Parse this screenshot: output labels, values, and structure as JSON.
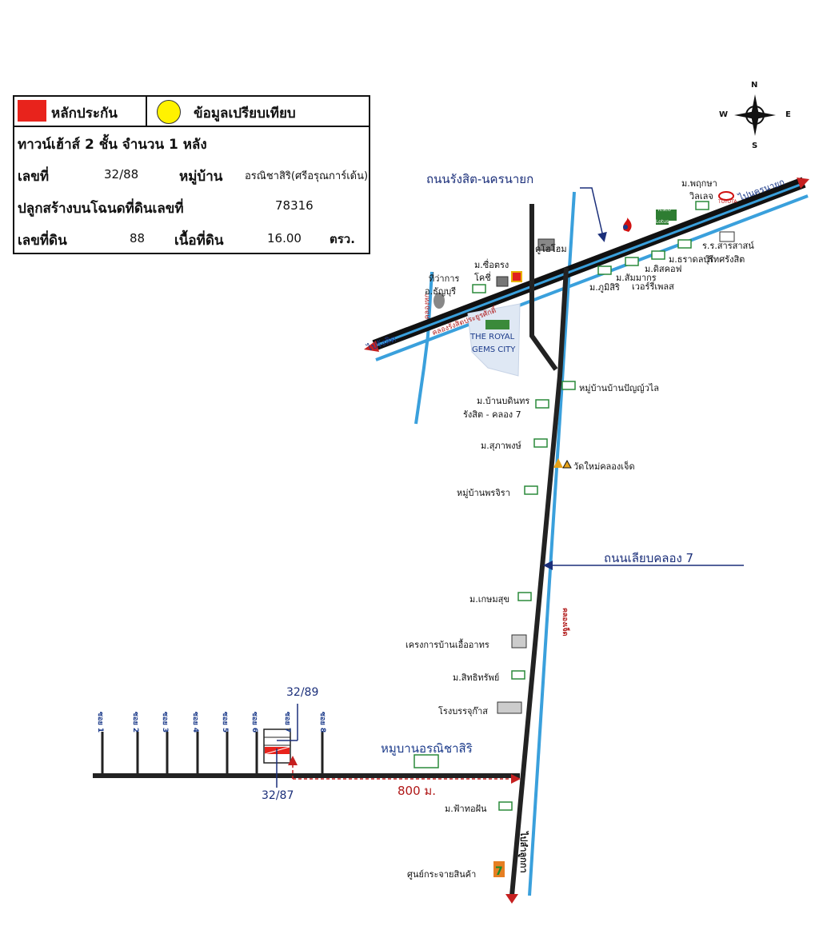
{
  "legend": {
    "collateral_label": "หลักประกัน",
    "comparison_label": "ข้อมูลเปรียบเทียบ",
    "collateral_color": "#e8231c",
    "comparison_color": "#fff200"
  },
  "property": {
    "type": "ทาวน์เฮ้าส์ 2 ชั้น จำนวน 1 หลัง",
    "house_no_label": "เลขที่",
    "house_no": "32/88",
    "village_label": "หมู่บ้าน",
    "village": "อรณิชาสิริ(ศรีอรุณการ์เด้น)",
    "deed_label": "ปลูกสร้างบนโฉนดที่ดินเลขที่",
    "deed_no": "78316",
    "land_no_label": "เลขที่ดิน",
    "land_no": "88",
    "area_label": "เนื้อที่ดิน",
    "area": "16.00",
    "area_unit": "ตรว."
  },
  "compass": {
    "n": "N",
    "s": "S",
    "e": "E",
    "w": "W"
  },
  "roads": {
    "main": "ถนนรังสิต-นครนายก",
    "klong7": "ถนนเลียบคลอง 7",
    "to_rangsit": "ไปรังสิต",
    "to_nakhonnayok": "ไปนครนายก",
    "to_lumlukka": "ไปลำลูกกา"
  },
  "canals": {
    "klong_hok": "คลองหก",
    "klong_rangsit": "คลองรังสิตประยูรศักดิ์",
    "klong_jed": "คลองเจ็ด"
  },
  "sois": [
    "ซอย 1",
    "ซอย 2",
    "ซอย 3",
    "ซอย 4",
    "ซอย 5",
    "ซอย 6",
    "ซอย 7",
    "ซอย 8"
  ],
  "subject": {
    "village_name": "หมูบานอรณิชาสิริ",
    "house_above": "32/89",
    "house_below": "32/87",
    "distance": "800 ม."
  },
  "landmarks": {
    "rangsit_pryad": "ม.พฤกษา",
    "village_pryad": "วิลเลจ",
    "toyota": "TOYOTA",
    "tesco": "TESCO",
    "lotus": "Lotus",
    "school1": "ร.ร.สารสาสน์",
    "school2": "วิเทศรังสิต",
    "dharatbury": "ม.ธราดลบุรี",
    "discov": "ม.ดิสคอฟ",
    "sammakorn": "ม.สัมมากร",
    "riverplace": "เวอร์รี่เพลส",
    "phumsiri": "ม.ภูมิสิริ",
    "dooohome": "ดูโฮโฮม",
    "sueitrong": "ม.ซื่อตรง",
    "kochi": "โคชี่",
    "district1": "ที่ว่าการ",
    "district2": "อ.ธัญบุรี",
    "royal_gems1": "THE ROYAL",
    "royal_gems2": "GEMS CITY",
    "panyawilai": "หมู่บ้านบ้านปัญญ์วไล",
    "bandinthorn1": "ม.บ้านบดินทร",
    "bandinthorn2": "รังสิต - คลอง 7",
    "supapong": "ม.สุภาพงษ์",
    "wat": "วัดใหม่คลองเจ็ด",
    "pornjira": "หมู่บ้านพรจิรา",
    "kasemsuk": "ม.เกษมสุข",
    "uea_arthorn": "เครงการบ้านเอื้ออาทร",
    "sittisap": "ม.สิทธิทรัพย์",
    "packaging": "โรงบรรจุก๊าส",
    "fathofun": "ม.ฟ้าทอฝัน",
    "distribution": "ศูนย์กระจายสินค้า"
  }
}
